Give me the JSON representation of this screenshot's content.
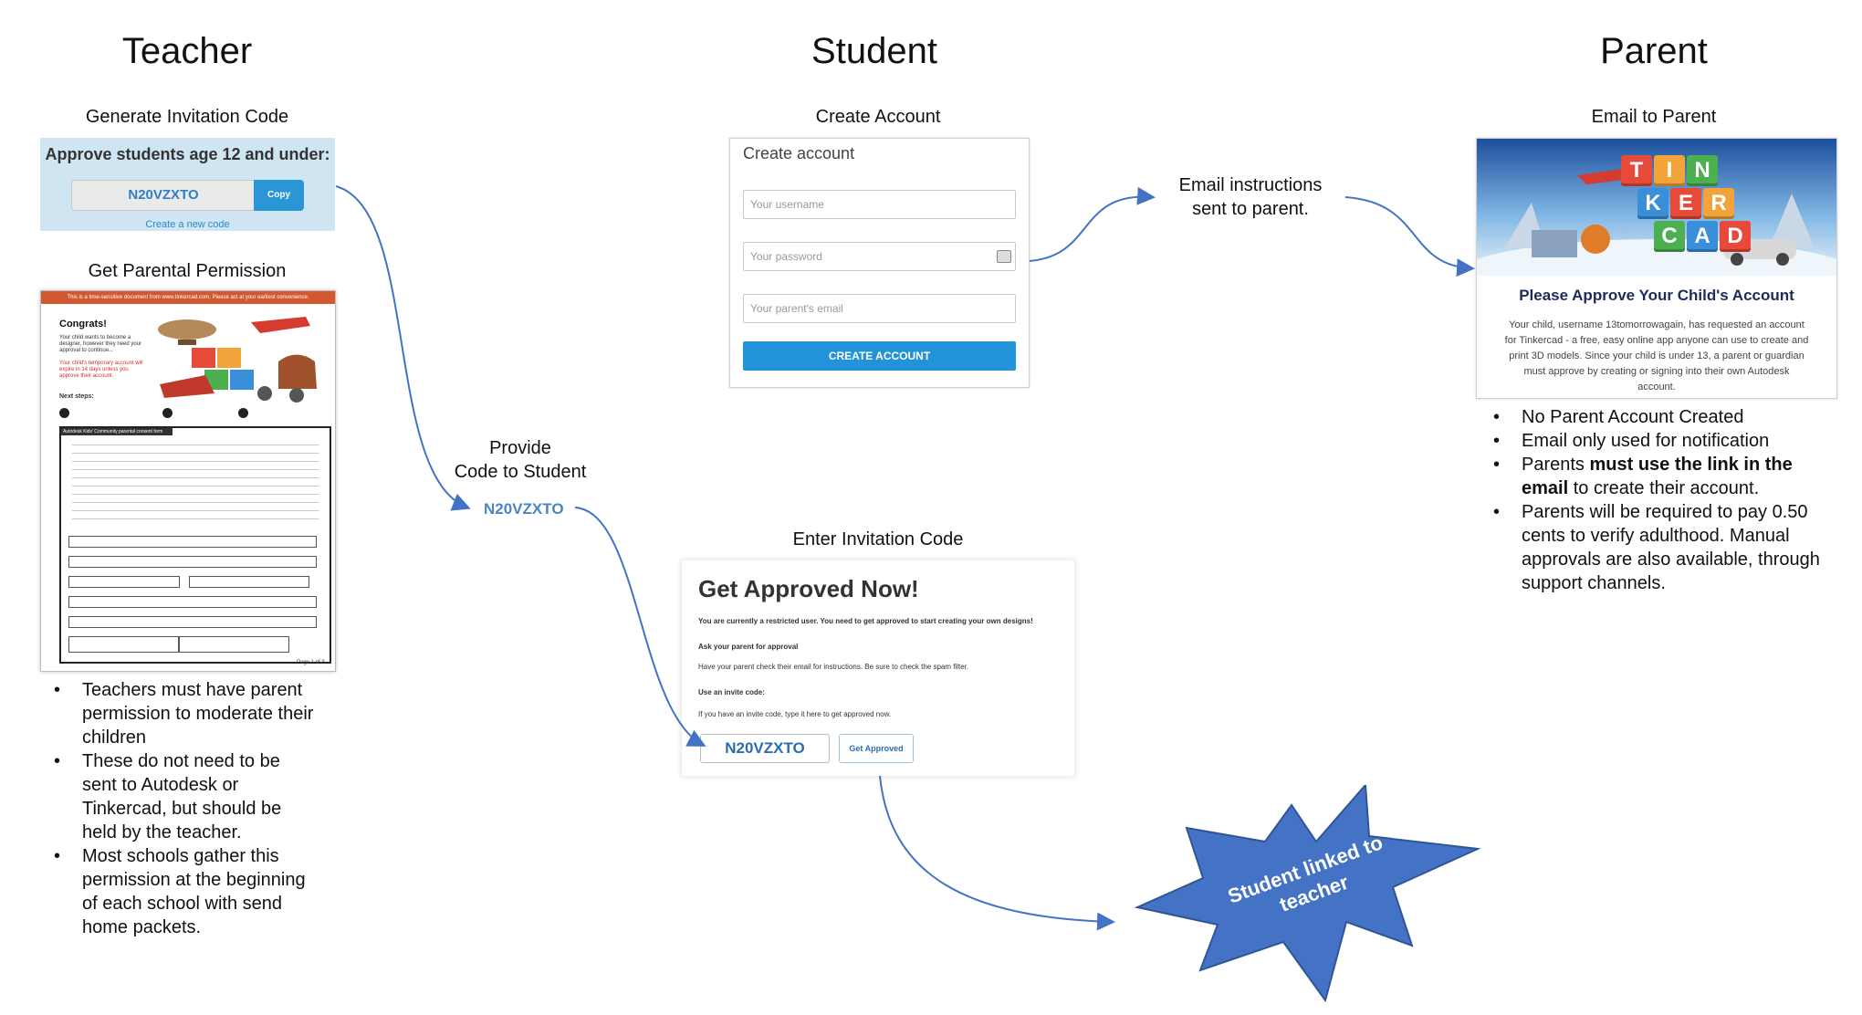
{
  "columns": {
    "teacher": "Teacher",
    "student": "Student",
    "parent": "Parent"
  },
  "steps": {
    "generate_code": "Generate Invitation Code",
    "parental_permission": "Get Parental Permission",
    "provide_code": "Provide\nCode to Student",
    "create_account": "Create Account",
    "email_instructions": "Email instructions\nsent to parent.",
    "email_to_parent": "Email to Parent",
    "enter_code": "Enter Invitation Code"
  },
  "invite_code": "N20VZXTO",
  "approve_panel": {
    "heading": "Approve students age 12 and under:",
    "copy_label": "Copy",
    "new_code_link": "Create a new code"
  },
  "consent_form": {
    "top_bar": "This is a time-sensitive document from www.tinkercad.com. Please act at your earliest convenience.",
    "congrats": "Congrats!",
    "next_steps": "Next steps:",
    "form_title": "Autodesk Kids' Community parental consent form",
    "page": "Page 1 of 3"
  },
  "create_account_panel": {
    "title": "Create account",
    "username_placeholder": "Your username",
    "password_placeholder": "Your password",
    "email_placeholder": "Your parent's email",
    "button": "CREATE ACCOUNT"
  },
  "email_panel": {
    "letters": [
      "T",
      "I",
      "N",
      "K",
      "E",
      "R",
      "C",
      "A",
      "D"
    ],
    "letter_colors": [
      "#e84a3a",
      "#f2a33a",
      "#4caf50",
      "#3a8fd8",
      "#e84a3a",
      "#f2a33a",
      "#4caf50",
      "#3a8fd8",
      "#e84a3a"
    ],
    "heading": "Please Approve Your Child's Account",
    "body": "Your child, username 13tomorrowagain, has requested an account for Tinkercad - a free, easy online app anyone can use to create and print 3D models. Since your child is under 13, a parent or guardian must approve by creating or signing into their own Autodesk account."
  },
  "get_approved_panel": {
    "title": "Get Approved Now!",
    "restricted": "You are currently a restricted user. You need to get approved to start creating your own designs!",
    "ask_parent": "Ask your parent for approval",
    "ask_parent_desc": "Have your parent check their email for instructions. Be sure to check the spam filter.",
    "use_code": "Use an invite code:",
    "use_code_desc": "If you have an invite code, type it here to get approved now.",
    "button": "Get Approved"
  },
  "teacher_bullets": [
    "Teachers must have parent permission to moderate their children",
    "These do not need to be sent to Autodesk or Tinkercad, but should be held by the teacher.",
    "Most schools gather this permission at the beginning of each school with send home packets."
  ],
  "parent_bullets": {
    "b1": "No Parent Account Created",
    "b2": "Email only used for notification",
    "b3_pre": "Parents ",
    "b3_bold": "must use the link in the email",
    "b3_post": " to create their account.",
    "b4": "Parents will be required to pay 0.50 cents to verify adulthood. Manual approvals are also available, through support channels."
  },
  "starburst": "Student linked to\nteacher",
  "colors": {
    "arrow": "#4472c4",
    "starburst_fill": "#4472c4",
    "starburst_stroke": "#2f5597"
  }
}
